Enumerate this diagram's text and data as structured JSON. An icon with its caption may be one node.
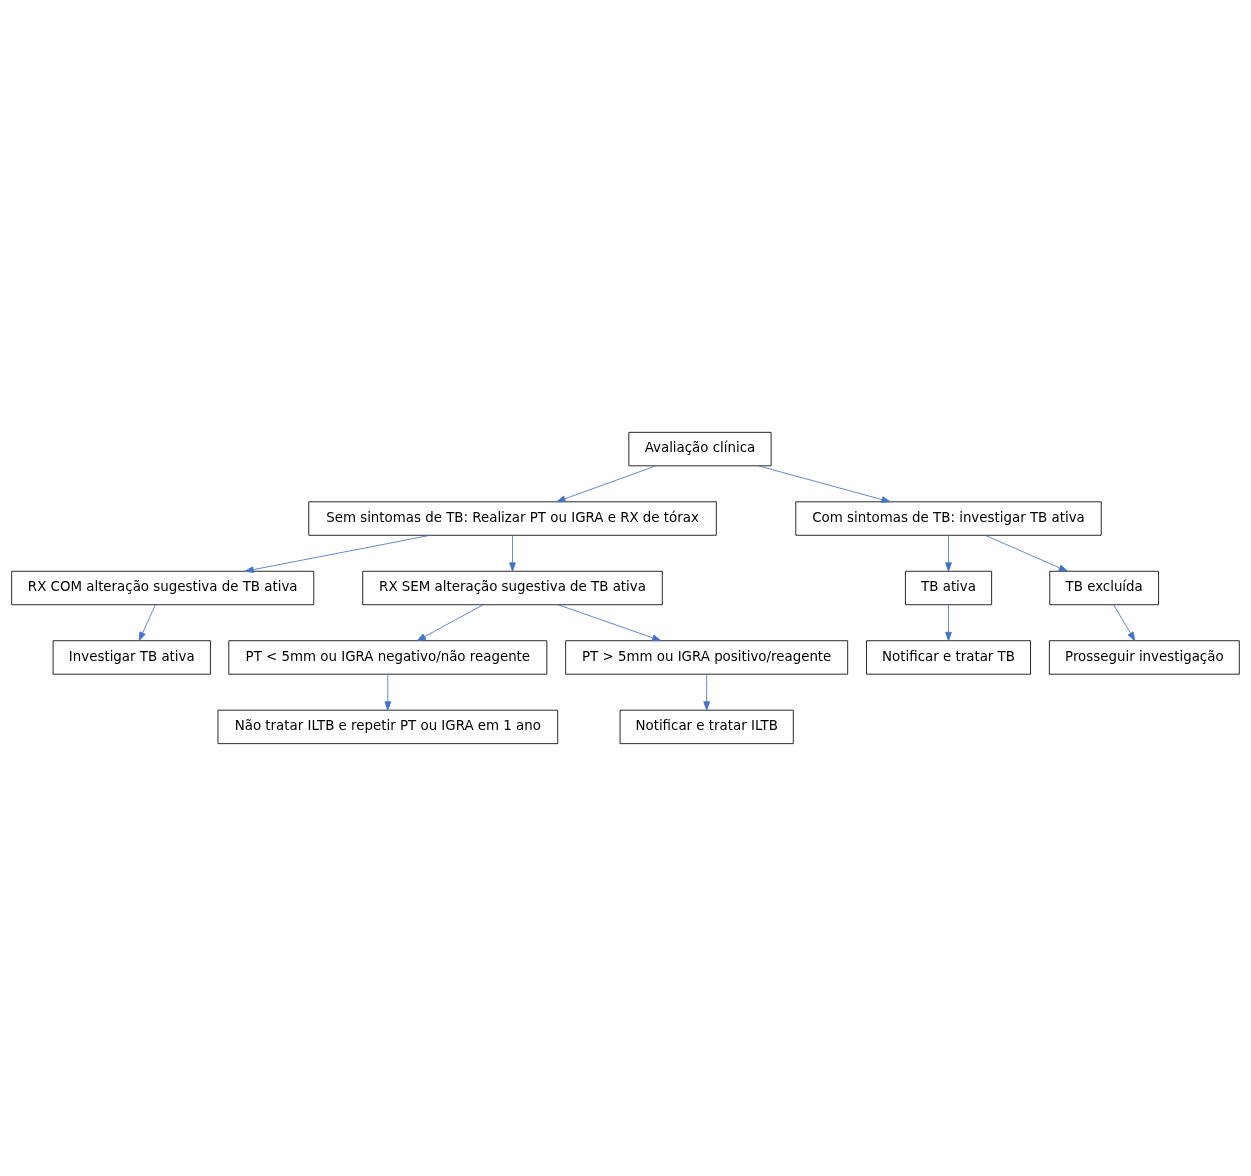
{
  "diagram": {
    "nodes": [
      {
        "text": [
          "Avaliação clínica"
        ]
      },
      {
        "text": [
          "Sem sintomas de TB: Realizar PT ou IGRA e RX de tórax"
        ]
      },
      {
        "text": [
          "Com sintomas de TB: investigar TB ativa"
        ]
      },
      {
        "text": [
          "RX COM alteração sugestiva de TB ativa"
        ]
      },
      {
        "text": [
          "RX SEM alteração sugestiva de TB ativa"
        ]
      },
      {
        "text": [
          "TB ativa"
        ]
      },
      {
        "text": [
          "TB excluída"
        ]
      },
      {
        "text": [
          "Notificar e tratar TB"
        ]
      },
      {
        "text": [
          "Prosseguir investigação"
        ]
      },
      {
        "text": [
          "Investigar TB ativa"
        ]
      },
      {
        "text": [
          "PT < 5mm ou IGRA negativo/não reagente"
        ]
      },
      {
        "text": [
          "PT > 5mm ou IGRA positivo/reagente"
        ]
      },
      {
        "text": [
          "Não tratar ILTB e repetir PT ou IGRA em 1 ano"
        ]
      },
      {
        "text": [
          "Notificar e tratar ILTB"
        ]
      }
    ],
    "edges": [
      {
        "from": 0,
        "to": 1,
        "arrow": "to"
      },
      {
        "from": 0,
        "to": 2,
        "arrow": "to"
      },
      {
        "from": 1,
        "to": 3,
        "arrow": "to"
      },
      {
        "from": 1,
        "to": 4,
        "arrow": "to"
      },
      {
        "from": 2,
        "to": 5,
        "arrow": "to"
      },
      {
        "from": 2,
        "to": 6,
        "arrow": "to"
      },
      {
        "from": 5,
        "to": 7,
        "arrow": "to"
      },
      {
        "from": 6,
        "to": 8,
        "arrow": "to"
      },
      {
        "from": 3,
        "to": 9,
        "arrow": "to"
      },
      {
        "from": 4,
        "to": 10,
        "arrow": "to"
      },
      {
        "from": 4,
        "to": 11,
        "arrow": "to"
      },
      {
        "from": 10,
        "to": 12,
        "arrow": "to"
      },
      {
        "from": 11,
        "to": 13,
        "arrow": "to"
      }
    ]
  }
}
